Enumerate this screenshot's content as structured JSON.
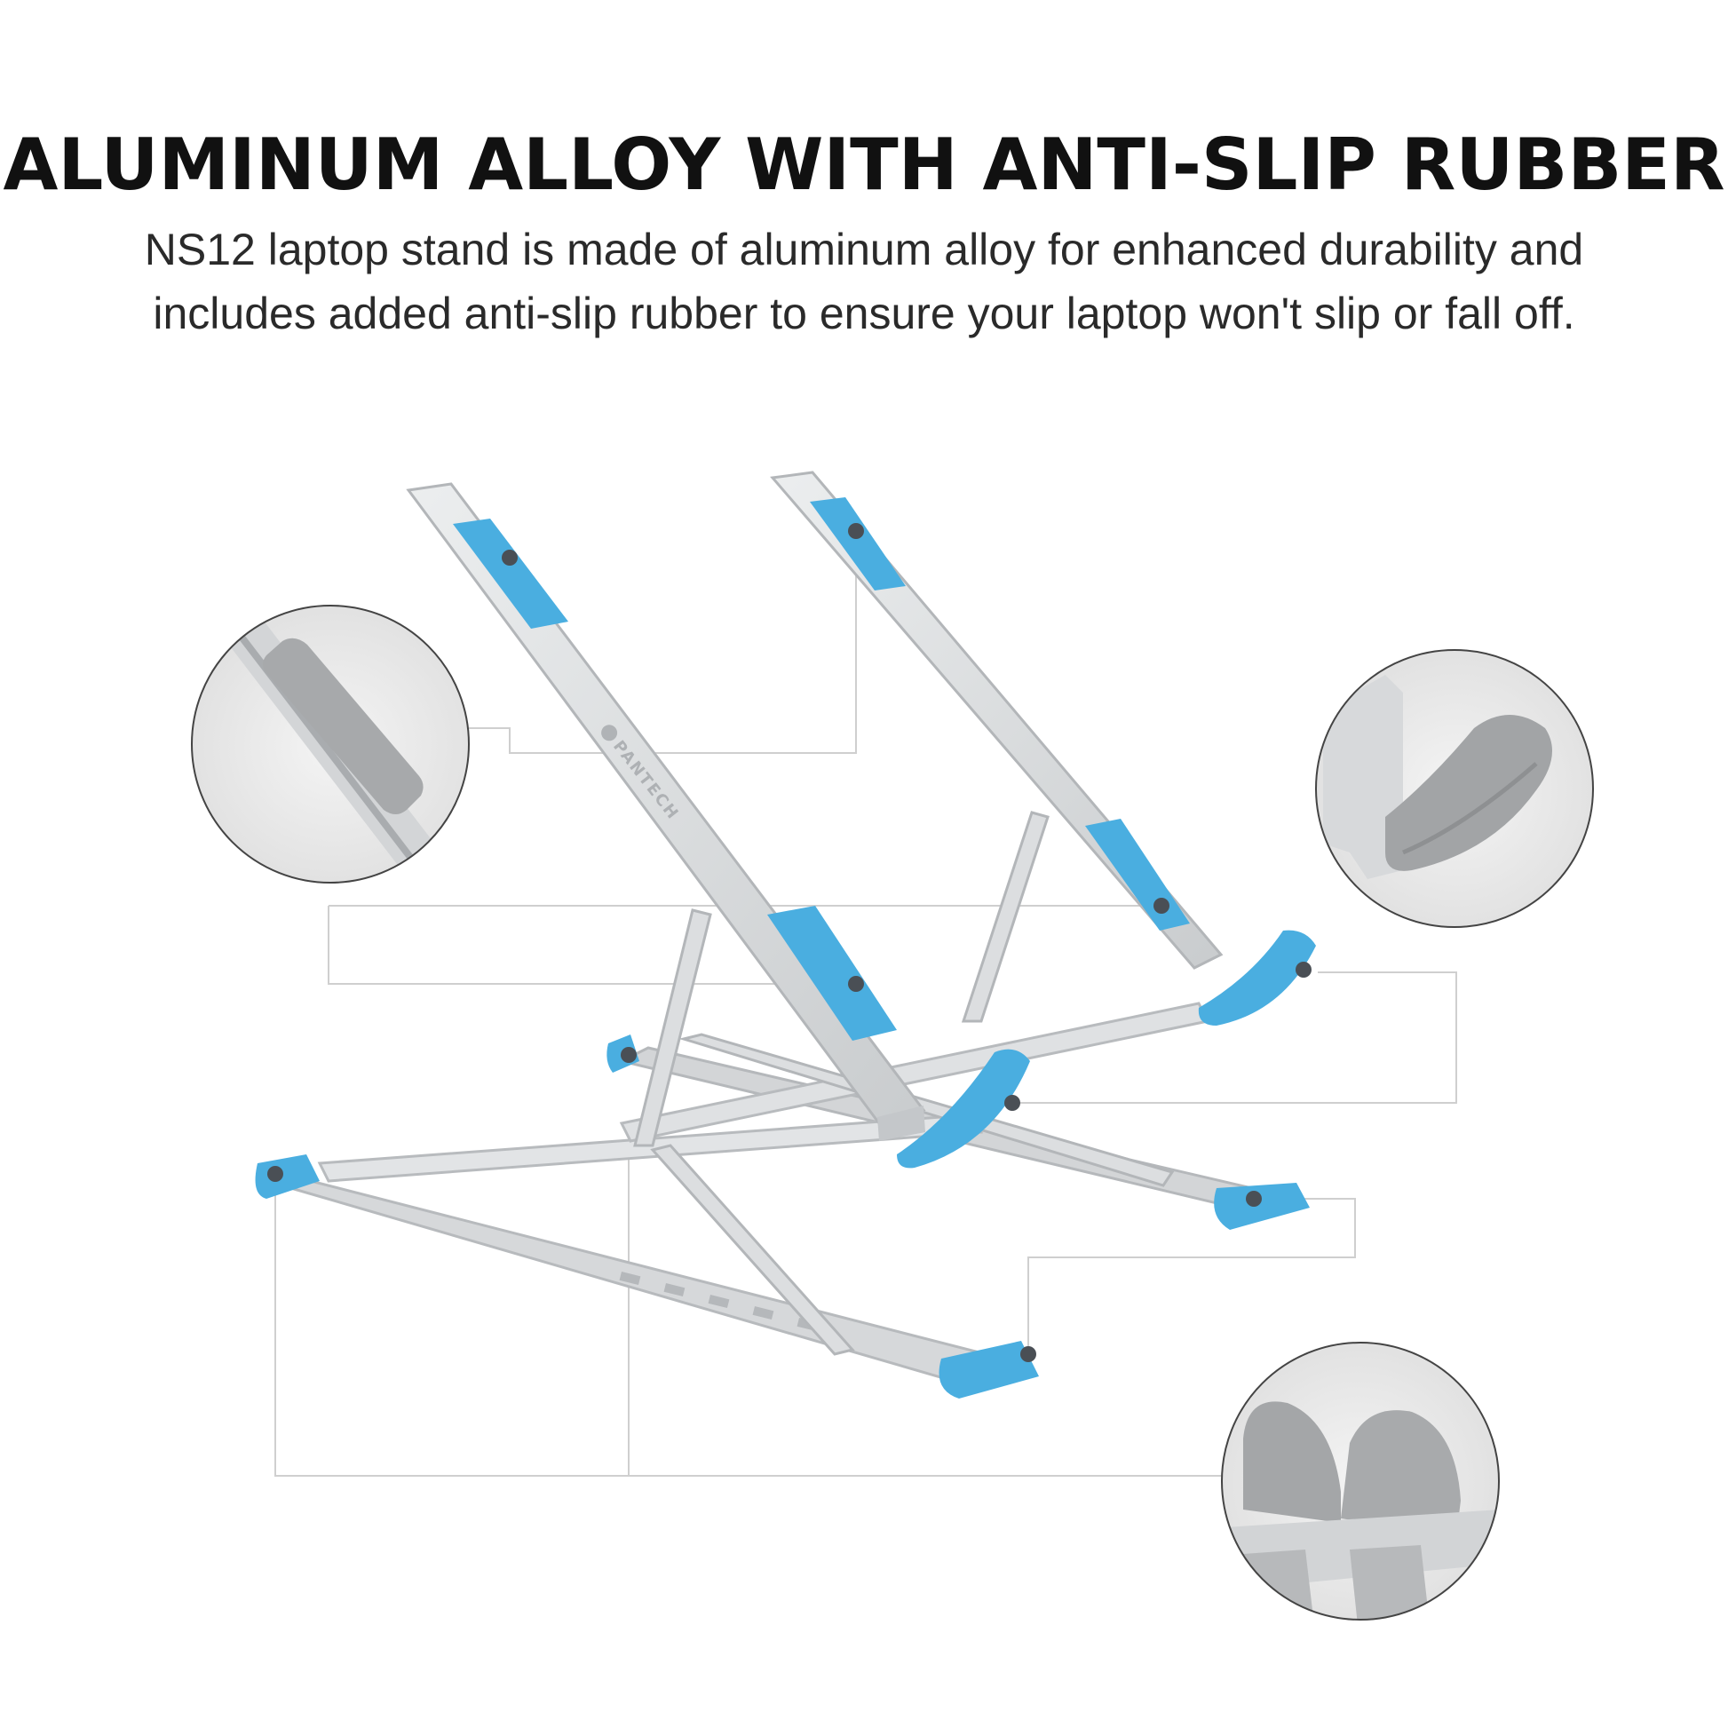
{
  "headline": "ALUMINUM ALLOY WITH ANTI-SLIP RUBBER",
  "description": {
    "line1": "NS12 laptop stand is made of aluminum alloy for enhanced durability and",
    "line2": "includes added anti-slip rubber to ensure your laptop won't slip or fall off."
  },
  "brand_mark": "PANTECH",
  "colors": {
    "background": "#ffffff",
    "headline": "#111111",
    "body_text": "#2a2a2a",
    "aluminum": "#d9dbdd",
    "aluminum_shadow": "#b9bcbf",
    "rubber_blue": "#4aaee0",
    "rubber_grey": "#9a9a9a",
    "callout_line": "#c8c8c8",
    "callout_dot": "#4a4f55"
  },
  "icons": [
    "logo-icon"
  ]
}
